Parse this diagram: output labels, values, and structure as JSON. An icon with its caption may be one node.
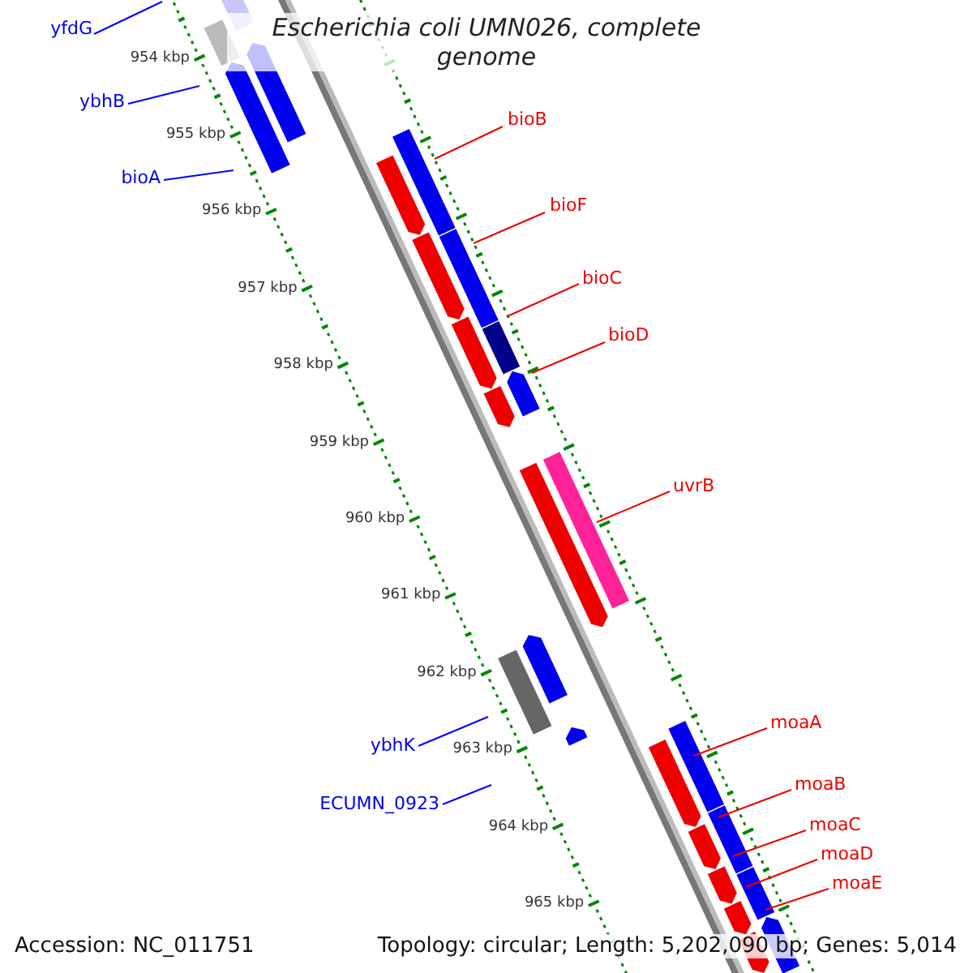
{
  "diagram": {
    "title": "Escherichia coli UMN026, complete genome",
    "nodes": [
      {
        "text": [
          "yfdG"
        ]
      },
      {
        "text": [
          "ybhB"
        ]
      },
      {
        "text": [
          "bioA"
        ]
      },
      {
        "text": [
          "bioB"
        ]
      },
      {
        "text": [
          "bioF"
        ]
      },
      {
        "text": [
          "bioC"
        ]
      },
      {
        "text": [
          "bioD"
        ]
      },
      {
        "text": [
          "uvrB"
        ]
      },
      {
        "text": [
          "ybhK"
        ]
      },
      {
        "text": [
          "ECUMN_0923"
        ]
      },
      {
        "text": [
          "moaA"
        ]
      },
      {
        "text": [
          "moaB"
        ]
      },
      {
        "text": [
          "moaC"
        ]
      },
      {
        "text": [
          "moaD"
        ]
      },
      {
        "text": [
          "moaE"
        ]
      }
    ],
    "edges": [
      {
        "from": 0,
        "to": null,
        "arrow": "none",
        "color": "#0000ff"
      },
      {
        "from": 1,
        "to": null,
        "arrow": "none",
        "color": "#0000ff"
      },
      {
        "from": 2,
        "to": null,
        "arrow": "none",
        "color": "#0000ff"
      },
      {
        "from": 3,
        "to": null,
        "arrow": "none"
      },
      {
        "from": 4,
        "to": null,
        "arrow": "none"
      },
      {
        "from": 5,
        "to": null,
        "arrow": "none"
      },
      {
        "from": 6,
        "to": null,
        "arrow": "none"
      },
      {
        "from": 7,
        "to": null,
        "arrow": "none"
      },
      {
        "from": 8,
        "to": null,
        "arrow": "none",
        "color": "#0000ff"
      },
      {
        "from": 9,
        "to": null,
        "arrow": "none",
        "color": "#0000ff"
      },
      {
        "from": 10,
        "to": null,
        "arrow": "none"
      },
      {
        "from": 11,
        "to": null,
        "arrow": "none"
      },
      {
        "from": 12,
        "to": null,
        "arrow": "none"
      },
      {
        "from": 13,
        "to": null,
        "arrow": "none"
      },
      {
        "from": 14,
        "to": null,
        "arrow": "none"
      }
    ],
    "labels": [
      "954 kbp",
      "955 kbp",
      "956 kbp",
      "957 kbp",
      "958 kbp",
      "959 kbp",
      "960 kbp",
      "961 kbp",
      "962 kbp",
      "963 kbp",
      "964 kbp",
      "965 kbp",
      "Accession: NC_011751",
      "Topology: circular; Length: 5,202,090 bp; Genes: 5,014"
    ]
  }
}
